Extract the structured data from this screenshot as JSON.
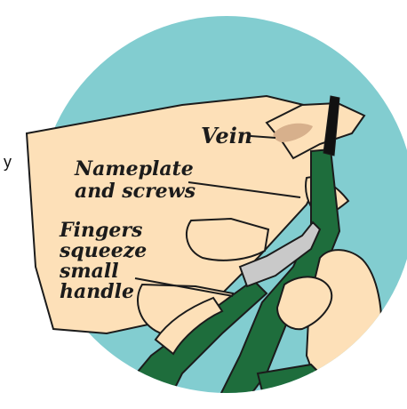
{
  "colors": {
    "background": "#ffffff",
    "circle_bg": "#82cdd0",
    "skin": "#fde0b8",
    "skin_shadow": "#e8c69b",
    "outline": "#1b1b1b",
    "vein": "#d7b08c",
    "handle_green": "#1e6d3c",
    "metal": "#c9c9c9"
  },
  "labels": {
    "vein": "Vein",
    "nameplate_line1": "Nameplate",
    "nameplate_line2": "and screws",
    "fingers_line1": "Fingers",
    "fingers_line2": "squeeze",
    "fingers_line3": "small",
    "fingers_line4": "handle"
  },
  "stray_text": "y"
}
